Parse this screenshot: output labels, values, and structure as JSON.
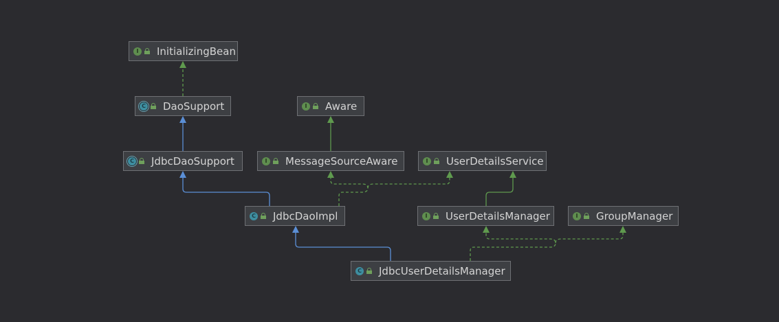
{
  "diagram": {
    "nodes": [
      {
        "id": "initializing-bean",
        "label": "InitializingBean",
        "kind": "interface",
        "kind_glyph": "I"
      },
      {
        "id": "dao-support",
        "label": "DaoSupport",
        "kind": "abstract",
        "kind_glyph": "C"
      },
      {
        "id": "aware",
        "label": "Aware",
        "kind": "interface",
        "kind_glyph": "I"
      },
      {
        "id": "jdbc-dao-support",
        "label": "JdbcDaoSupport",
        "kind": "abstract",
        "kind_glyph": "C"
      },
      {
        "id": "message-source-aware",
        "label": "MessageSourceAware",
        "kind": "interface",
        "kind_glyph": "I"
      },
      {
        "id": "user-details-service",
        "label": "UserDetailsService",
        "kind": "interface",
        "kind_glyph": "I"
      },
      {
        "id": "jdbc-dao-impl",
        "label": "JdbcDaoImpl",
        "kind": "class",
        "kind_glyph": "C"
      },
      {
        "id": "user-details-manager",
        "label": "UserDetailsManager",
        "kind": "interface",
        "kind_glyph": "I"
      },
      {
        "id": "group-manager",
        "label": "GroupManager",
        "kind": "interface",
        "kind_glyph": "I"
      },
      {
        "id": "jdbc-user-details-manager",
        "label": "JdbcUserDetailsManager",
        "kind": "class",
        "kind_glyph": "C"
      }
    ],
    "edges": [
      {
        "from": "dao-support",
        "to": "initializing-bean",
        "type": "implements"
      },
      {
        "from": "jdbc-dao-support",
        "to": "dao-support",
        "type": "extends"
      },
      {
        "from": "message-source-aware",
        "to": "aware",
        "type": "extends-interface"
      },
      {
        "from": "jdbc-dao-impl",
        "to": "jdbc-dao-support",
        "type": "extends"
      },
      {
        "from": "jdbc-dao-impl",
        "to": "message-source-aware",
        "type": "implements"
      },
      {
        "from": "jdbc-dao-impl",
        "to": "user-details-service",
        "type": "implements"
      },
      {
        "from": "user-details-manager",
        "to": "user-details-service",
        "type": "extends-interface"
      },
      {
        "from": "jdbc-user-details-manager",
        "to": "jdbc-dao-impl",
        "type": "extends"
      },
      {
        "from": "jdbc-user-details-manager",
        "to": "user-details-manager",
        "type": "implements"
      },
      {
        "from": "jdbc-user-details-manager",
        "to": "group-manager",
        "type": "implements"
      }
    ],
    "colors": {
      "background": "#2b2b2f",
      "extends": "#5b8fd6",
      "implements": "#5f9a4e",
      "interface_icon": "#5f8e4f",
      "class_icon": "#3e8ea0"
    }
  }
}
